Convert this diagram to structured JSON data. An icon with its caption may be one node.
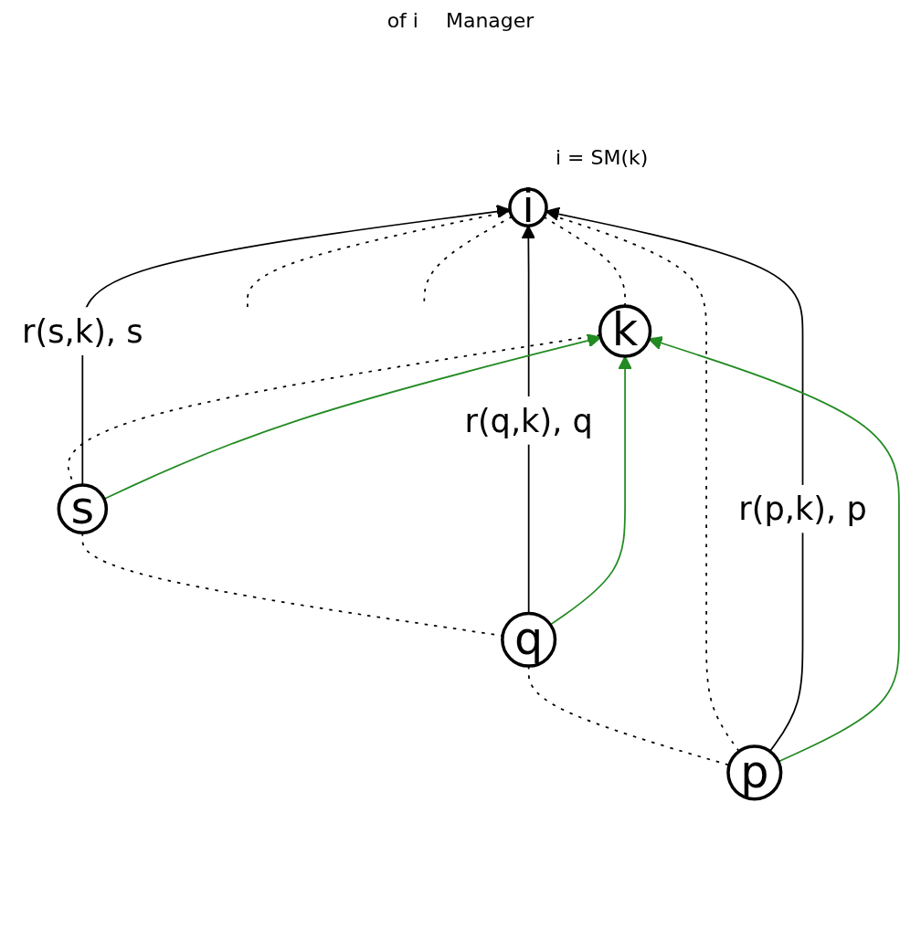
{
  "diagram": {
    "nodes": [
      {
        "text": [
          "i"
        ],
        "beside": [
          "i = SM(k)"
        ]
      },
      {
        "text": [
          "k"
        ]
      },
      {
        "text": [
          "s"
        ]
      },
      {
        "text": [
          "q"
        ]
      },
      {
        "text": [
          "p"
        ]
      }
    ],
    "edges": [
      {
        "from": 0,
        "to": 1,
        "arrow": "none",
        "style": "dashed"
      },
      {
        "from": 1,
        "to": 2,
        "arrow": "none",
        "style": "dashed"
      },
      {
        "from": 2,
        "to": 3,
        "arrow": "none",
        "style": "dashed"
      },
      {
        "from": 3,
        "to": 4,
        "arrow": "none",
        "style": "dashed"
      },
      {
        "from": 4,
        "to": 0,
        "arrow": "none",
        "style": "dashed"
      },
      {
        "from": 0,
        "to": null,
        "arrow": "none",
        "style": "dashed"
      },
      {
        "from": 0,
        "to": null,
        "arrow": "none",
        "style": "dashed"
      },
      {
        "from": 2,
        "to": 0,
        "arrow": "to",
        "label": "r(s,k), s"
      },
      {
        "from": 3,
        "to": 0,
        "arrow": "to",
        "label": "r(q,k), q"
      },
      {
        "from": 4,
        "to": 0,
        "arrow": "to",
        "label": "r(p,k), p"
      },
      {
        "from": 4,
        "to": 1,
        "arrow": "to",
        "color": "#228b22"
      },
      {
        "from": 3,
        "to": 1,
        "arrow": "to",
        "color": "#228b22"
      },
      {
        "from": 2,
        "to": 1,
        "arrow": "to",
        "color": "#228b22"
      }
    ],
    "labels": [
      "of i",
      "Manager"
    ]
  }
}
